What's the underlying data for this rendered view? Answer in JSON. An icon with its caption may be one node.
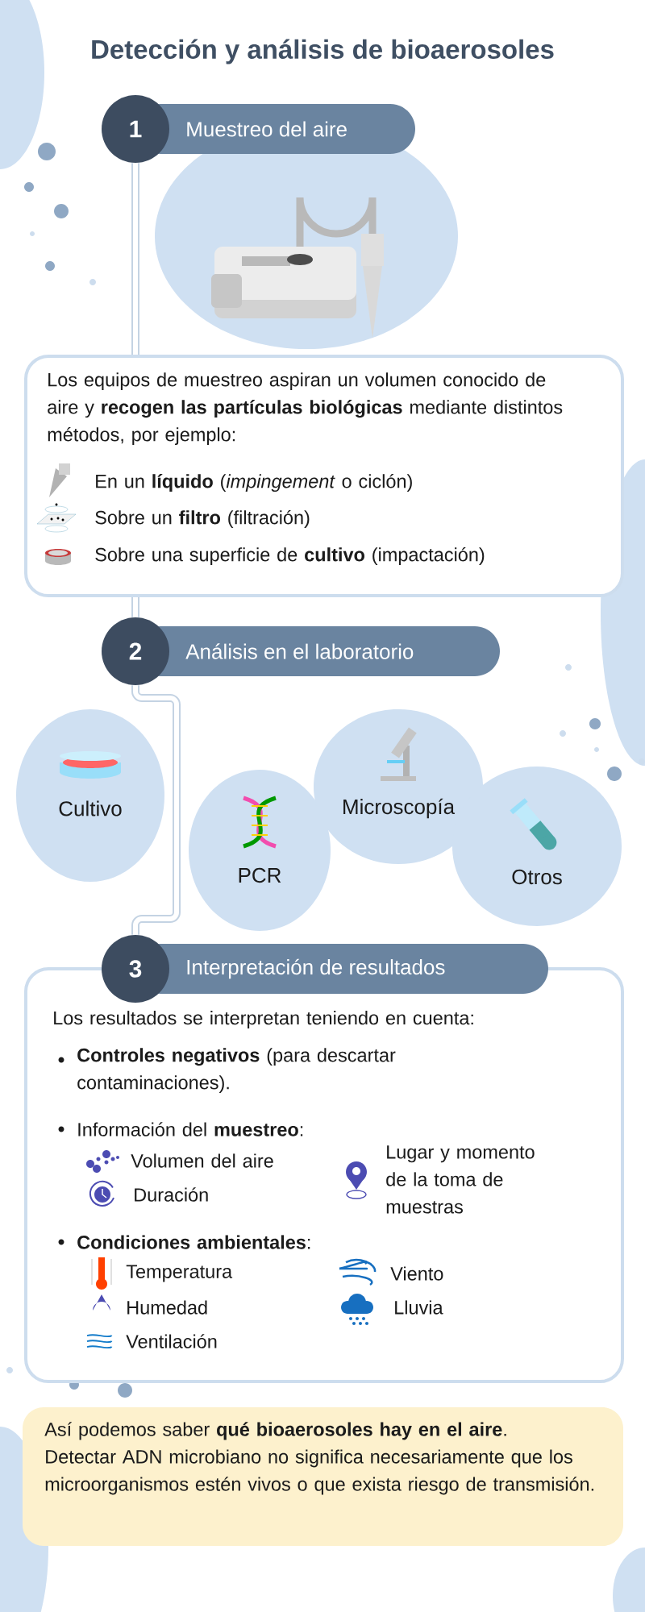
{
  "diagram": {
    "title": "Detección y análisis de bioaerosoles",
    "nodes": [
      {
        "text": [
          "1",
          "Muestreo del aire"
        ]
      },
      {
        "text": [
          "Los equipos de muestreo aspiran un volumen conocido de aire y **recogen las partículas biológicas** mediante distintos métodos, por ejemplo:",
          "En un **líquido** (*impingement* o ciclón)",
          "Sobre un **filtro** (filtración)",
          "Sobre una superficie de **cultivo** (impactación)"
        ]
      },
      {
        "text": [
          "2",
          "Análisis en el laboratorio"
        ]
      },
      {
        "text": [
          "Cultivo"
        ]
      },
      {
        "text": [
          "PCR"
        ]
      },
      {
        "text": [
          "Microscopía"
        ]
      },
      {
        "text": [
          "Otros"
        ]
      },
      {
        "text": [
          "3",
          "Interpretación de resultados"
        ]
      },
      {
        "text": [
          "Los resultados se interpretan teniendo en cuenta:",
          "**Controles negativos** (para descartar contaminaciones).",
          "Información del **muestreo**:",
          "Volumen del aire",
          "Duración",
          "Lugar y momento de la toma de muestras",
          "**Condiciones ambientales**:",
          "Temperatura",
          "Viento",
          "Humedad",
          "Lluvia",
          "Ventilación"
        ]
      },
      {
        "text": [
          "Así podemos saber **qué bioaerosoles hay en el aire**. Detectar ADN microbiano no significa necesariamente que los microorganismos estén vivos o que exista riesgo de transmisión."
        ]
      }
    ],
    "edges": [
      {
        "from": 0,
        "to": 1,
        "arrow": "none"
      },
      {
        "from": 1,
        "to": 2,
        "arrow": "none"
      },
      {
        "from": 2,
        "to": 7,
        "arrow": "none"
      }
    ]
  }
}
